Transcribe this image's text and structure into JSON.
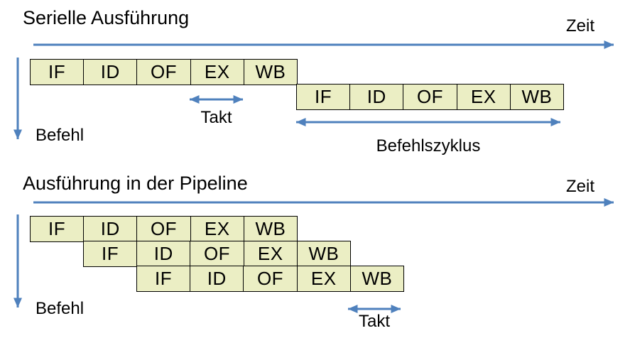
{
  "colors": {
    "accent_blue": "#4F81BD",
    "box_fill": "#EBEEC4",
    "box_border": "#000000",
    "text": "#000000",
    "background": "#FFFFFF"
  },
  "serial": {
    "title": "Serielle Ausführung",
    "time_axis_label": "Zeit",
    "instruction_axis_label": "Befehl",
    "clock_label": "Takt",
    "cycle_label": "Befehlszyklus",
    "rows": [
      {
        "cells": [
          "IF",
          "ID",
          "OF",
          "EX",
          "WB"
        ]
      },
      {
        "cells": [
          "IF",
          "ID",
          "OF",
          "EX",
          "WB"
        ]
      }
    ]
  },
  "pipeline": {
    "title": "Ausführung in der Pipeline",
    "time_axis_label": "Zeit",
    "instruction_axis_label": "Befehl",
    "clock_label": "Takt",
    "rows": [
      {
        "cells": [
          "IF",
          "ID",
          "OF",
          "EX",
          "WB"
        ]
      },
      {
        "cells": [
          "IF",
          "ID",
          "OF",
          "EX",
          "WB"
        ]
      },
      {
        "cells": [
          "IF",
          "ID",
          "OF",
          "EX",
          "WB"
        ]
      }
    ]
  }
}
